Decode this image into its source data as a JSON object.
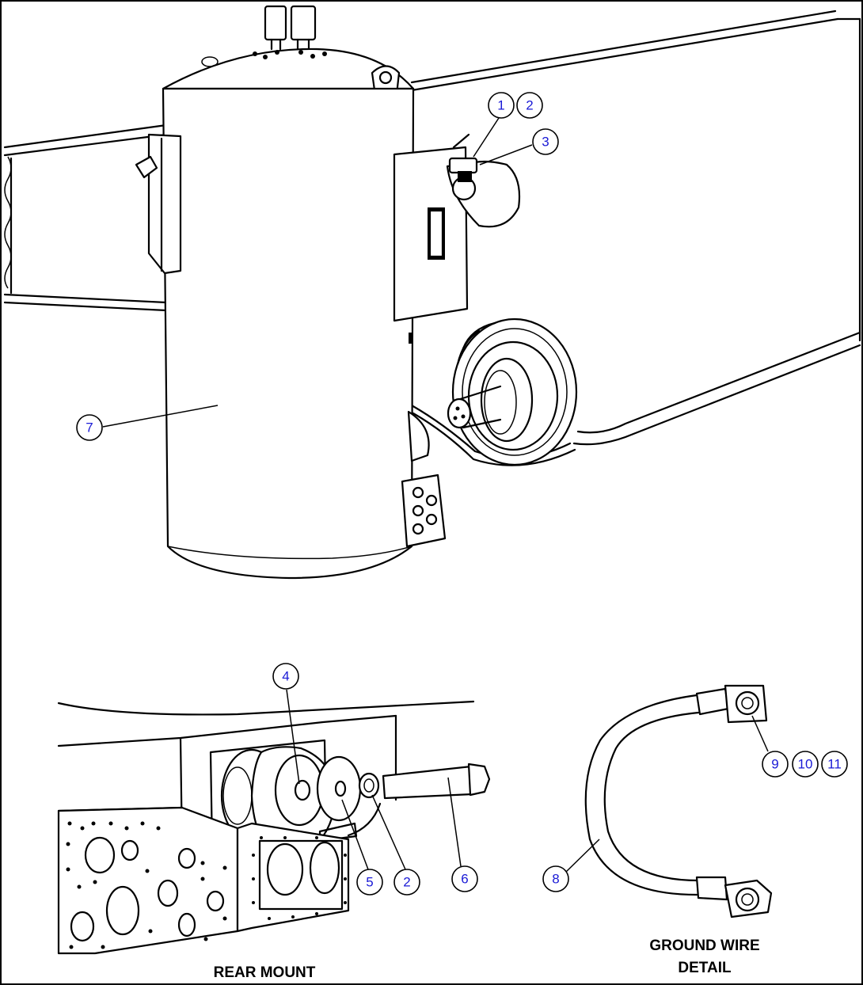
{
  "diagram": {
    "callouts": [
      {
        "id": "c1",
        "label": "1"
      },
      {
        "id": "c2a",
        "label": "2"
      },
      {
        "id": "c3",
        "label": "3"
      },
      {
        "id": "c7",
        "label": "7"
      },
      {
        "id": "c4",
        "label": "4"
      },
      {
        "id": "c5",
        "label": "5"
      },
      {
        "id": "c2b",
        "label": "2"
      },
      {
        "id": "c6",
        "label": "6"
      },
      {
        "id": "c8",
        "label": "8"
      },
      {
        "id": "c9",
        "label": "9"
      },
      {
        "id": "c10",
        "label": "10"
      },
      {
        "id": "c11",
        "label": "11"
      }
    ],
    "captions": {
      "rear_mount": "REAR MOUNT",
      "ground_wire_line1": "GROUND WIRE",
      "ground_wire_line2": "DETAIL"
    }
  }
}
